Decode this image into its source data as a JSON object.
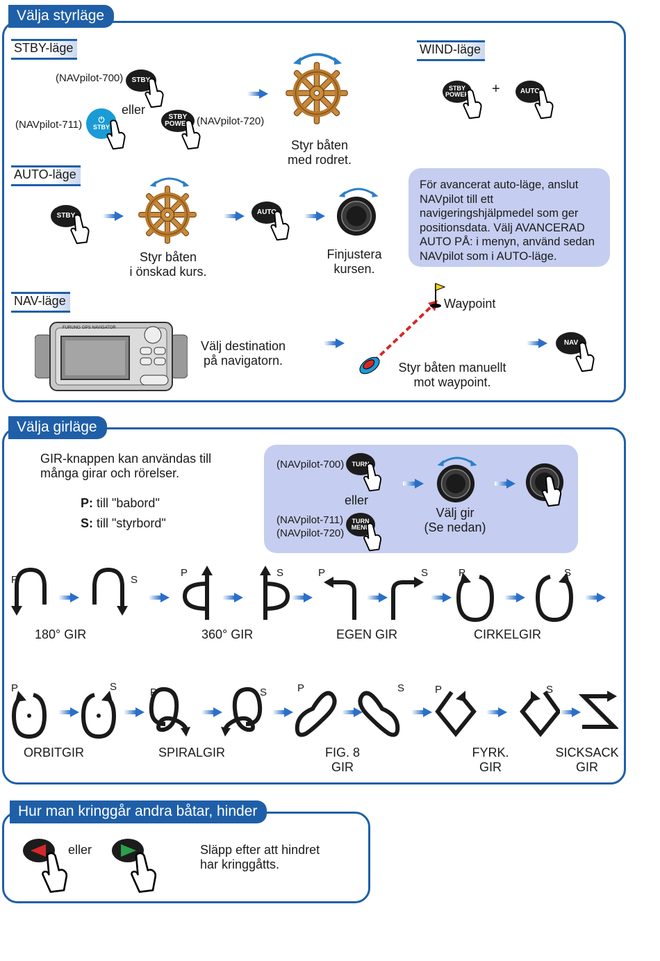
{
  "section1": {
    "title": "Välja styrläge",
    "stby": {
      "heading": "STBY-läge",
      "model_700": "(NAVpilot-700)",
      "model_711": "(NAVpilot-711)",
      "model_720": "(NAVpilot-720)",
      "or": "eller",
      "btn_stby": "STBY",
      "btn_stby_power_1": "STBY",
      "btn_stby_power_2": "POWER",
      "result_1": "Styr båten",
      "result_2": "med rodret."
    },
    "wind": {
      "heading": "WIND-läge",
      "btn_stby_power_1": "STBY",
      "btn_stby_power_2": "POWER",
      "plus": "+",
      "btn_auto": "AUTO"
    },
    "auto": {
      "heading": "AUTO-läge",
      "btn_stby": "STBY",
      "step_1a": "Styr båten",
      "step_1b": "i önskad kurs.",
      "btn_auto": "AUTO",
      "step_2a": "Finjustera",
      "step_2b": "kursen.",
      "note": [
        "För avancerat auto-läge, anslut",
        "NAVpilot till ett",
        "navigeringshjälpmedel som ger",
        "positionsdata. Välj AVANCERAD",
        "AUTO PÅ: i menyn, använd sedan",
        "NAVpilot som i AUTO-läge."
      ]
    },
    "nav": {
      "heading": "NAV-läge",
      "device_brand": "FURUNO",
      "device_name": "GPS NAVIGATOR",
      "step_1a": "Välj destination",
      "step_1b": "på navigatorn.",
      "waypoint": "Waypoint",
      "step_2a": "Styr båten manuellt",
      "step_2b": "mot waypoint.",
      "btn_nav": "NAV"
    }
  },
  "section2": {
    "title": "Välja girläge",
    "intro_1": "GIR-knappen kan användas till",
    "intro_2": "många girar och rörelser.",
    "p_key": "P:",
    "p_text": " till \"babord\"",
    "s_key": "S:",
    "s_text": " till \"styrbord\"",
    "model_700": "(NAVpilot-700)",
    "model_711": "(NAVpilot-711)",
    "model_720": "(NAVpilot-720)",
    "or": "eller",
    "btn_turn": "TURN",
    "btn_turn_menu_1": "TURN",
    "btn_turn_menu_2": "MENU",
    "select_1": "Välj gir",
    "select_2": "(Se nedan)",
    "p": "P",
    "s": "S",
    "turns_row1": [
      "180° GIR",
      "360° GIR",
      "EGEN GIR",
      "CIRKELGIR"
    ],
    "turns_row2": [
      "ORBITGIR",
      "SPIRALGIR",
      "FIG. 8",
      "GIR",
      "FYRK.",
      "GIR",
      "SICKSACK",
      "GIR"
    ]
  },
  "section3": {
    "title": "Hur man kringgår andra båtar, hinder",
    "or": "eller",
    "text_1": "Släpp efter att hindret",
    "text_2": "har kringgåtts."
  },
  "colors": {
    "frame_blue": "#1f5fa8",
    "arrow_blue": "#2a6fc9",
    "note_bg": "#c5cdf0",
    "wheel_brown": "#b97a2e",
    "red_button": "#d62828",
    "green_button": "#2aa14a",
    "stby711_cyan": "#1a9bd6"
  }
}
